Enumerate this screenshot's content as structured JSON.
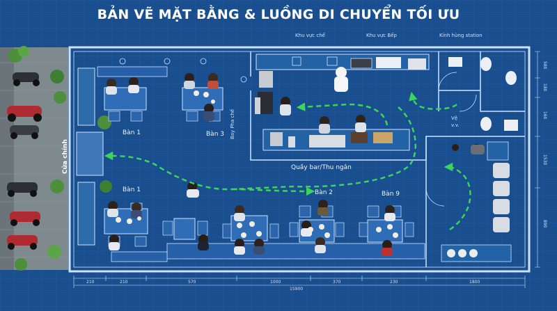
{
  "title": "BẢN VẼ MẶT BẰNG & LUỒNG DI CHUYỂN TỐI ƯU",
  "zones": {
    "khu_vuc_che": "Khu vực chế",
    "khu_vuc_bep": "Khu vực Bếp",
    "kinh_hung": "Kính hùng station",
    "quay_bar": "Quầy bar/Thu ngân",
    "bay_pha_che": "Bay Pha chế",
    "cua_chinh": "Cửa chính",
    "ve_sinh_1": "Vệ",
    "ve_sinh_2": "v.v."
  },
  "tables": {
    "ban_1_top": "Bàn 1",
    "ban_3": "Bàn 3",
    "ban_1_bottom": "Bàn 1",
    "ban_2": "Bàn 2",
    "ban_9": "Bàn 9"
  },
  "dimensions": {
    "bottom": [
      "210",
      "210",
      "570",
      "1000",
      "370",
      "230",
      "1800"
    ],
    "total": "15900",
    "right": [
      "580",
      "180",
      "160",
      "1530",
      "890"
    ]
  },
  "colors": {
    "background": "#1a4f8f",
    "line": "#cfe3ff",
    "flow_arrow": "#3ed35a",
    "table": "#2f6db6"
  },
  "icons": [
    "motorbike-icon",
    "plant-icon",
    "person-icon",
    "toilet-icon",
    "washing-machine-icon"
  ]
}
